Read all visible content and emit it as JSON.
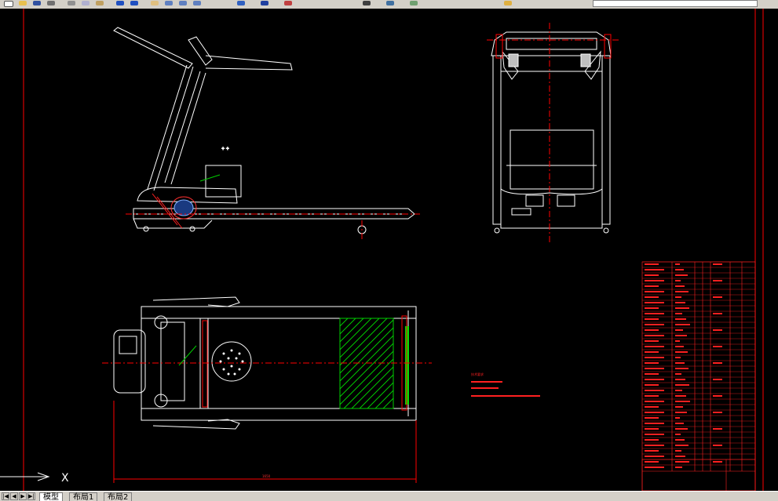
{
  "toolbar": {
    "layer_combo_value": "",
    "button_icons": [
      "new-icon",
      "open-icon",
      "save-icon",
      "print-icon",
      "cut-icon",
      "copy-icon",
      "paste-icon",
      "undo-icon",
      "redo-icon",
      "pan-icon",
      "zoom-realtime-icon",
      "zoom-window-icon",
      "zoom-previous-icon",
      "properties-icon",
      "design-center-icon",
      "tool-palette-icon",
      "text-style-icon",
      "dimension-style-icon",
      "table-style-icon",
      "layer-icon"
    ]
  },
  "ucs": {
    "x_label": "X"
  },
  "layout_tabs": [
    {
      "label": "模型",
      "active": true
    },
    {
      "label": "布局1",
      "active": false
    },
    {
      "label": "布局2",
      "active": false
    }
  ],
  "nav_buttons": [
    "|◀",
    "◀",
    "▶",
    "▶|"
  ],
  "drawing": {
    "tech_notes_title": "技术要求",
    "dimension_overall": "1650",
    "colors": {
      "frame": "#ff0000",
      "geometry": "#ffffff",
      "centerline": "#ff0000",
      "hatch": "#00cc00",
      "highlight": "#00dd00",
      "toolbar_bg": "#d4d0c8"
    }
  }
}
